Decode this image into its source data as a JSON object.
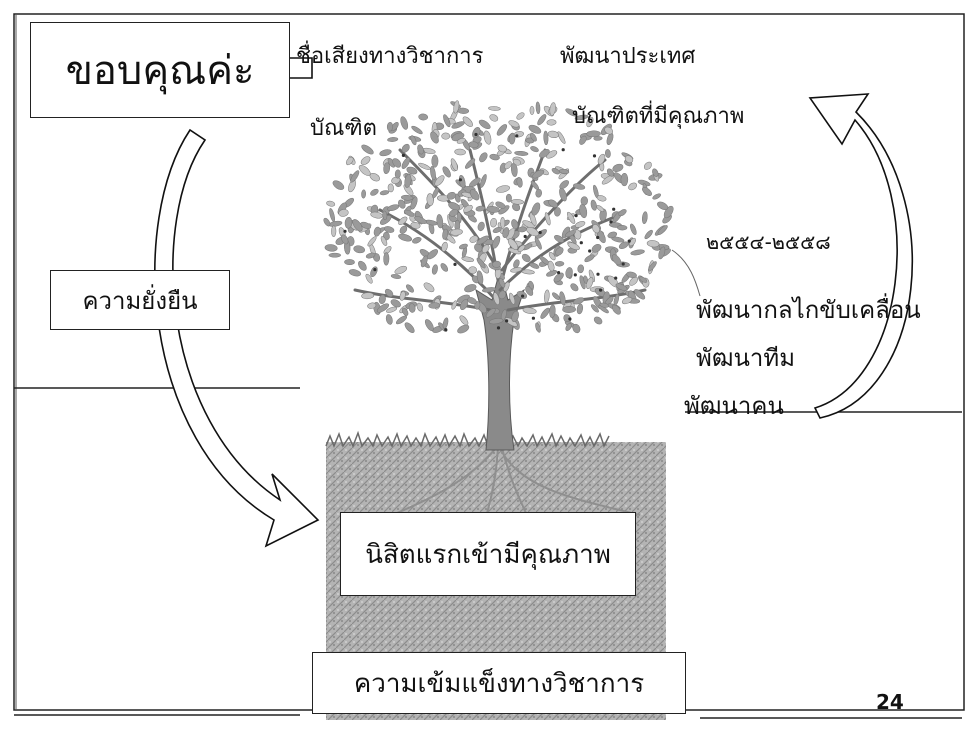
{
  "title_box": "ขอบคุณค่ะ",
  "left_label": "ความยั่งยืน",
  "top": {
    "reputation": "ชื่อเสียงทางวิชาการ",
    "graduates": "บัณฑิต",
    "develop_country": "พัฒนาประเทศ",
    "quality_graduates": "บัณฑิตที่มีคุณภาพ"
  },
  "right": {
    "years": "๒๕๕๔-๒๕๕๘",
    "item_1": "พัฒนากลไกขับเคลื่อน",
    "item_2": "พัฒนาทีม",
    "item_3": "พัฒนาคน"
  },
  "roots": {
    "quality_students": "นิสิตแรกเข้ามีคุณภาพ",
    "academic_strength": "ความเข้มแข็งทางวิชาการ"
  },
  "page_number": "24",
  "colors": {
    "leaf": "#9a9a9a",
    "trunk": "#7a7a7a",
    "soil": "#a8a8a8",
    "ink": "#111111"
  }
}
